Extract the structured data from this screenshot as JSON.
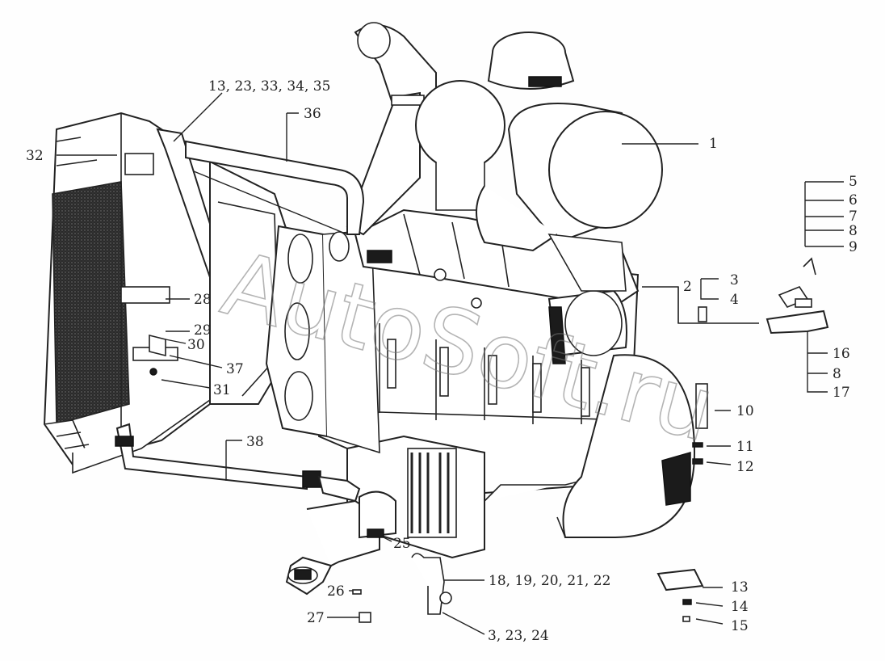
{
  "watermark": "AutoSoft.ru",
  "labels": {
    "l1": "1",
    "l2": "2",
    "l3": "3",
    "l4": "4",
    "l5": "5",
    "l6": "6",
    "l7": "7",
    "l8a": "8",
    "l8b": "8",
    "l9": "9",
    "l10": "10",
    "l11": "11",
    "l12": "12",
    "l13": "13",
    "l14": "14",
    "l15": "15",
    "l16": "16",
    "l17": "17",
    "l18": "18, 19, 20, 21, 22",
    "l3b": "3, 23, 24",
    "l25": "25",
    "l26": "26",
    "l27": "27",
    "l28": "28",
    "l29": "29",
    "l30": "30",
    "l31": "31",
    "l32": "32",
    "l36": "36",
    "l37": "37",
    "l38": "38",
    "l13b": "13, 23, 33, 34, 35"
  }
}
